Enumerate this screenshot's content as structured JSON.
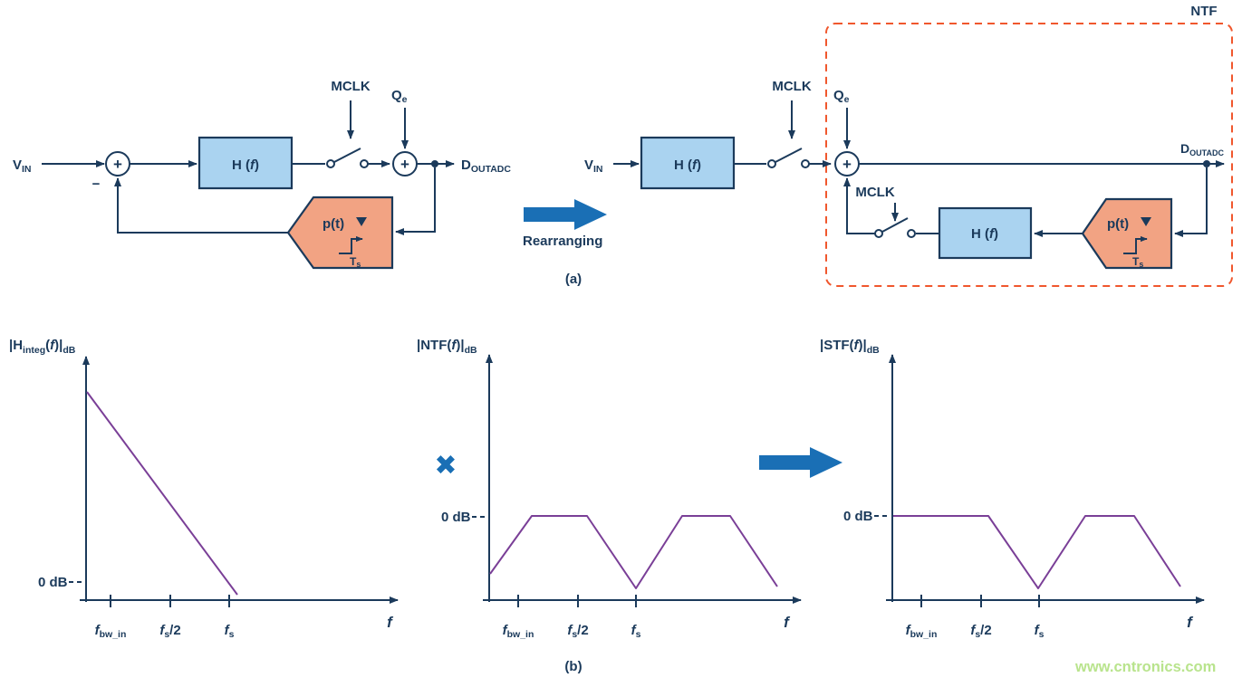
{
  "colors": {
    "line_navy": "#1b3a5b",
    "block_blue_fill": "#aad3f0",
    "pt_orange_fill": "#f2a383",
    "arrow_blue": "#1a6fb5",
    "plot_purple": "#7a3f97",
    "ntf_dashed_red": "#f0572d",
    "watermark_green": "#b9e48d"
  },
  "labels": {
    "vin": "V",
    "vin_sub": "IN",
    "mclk": "MCLK",
    "qe": "Q",
    "qe_sub": "e",
    "dout": "D",
    "dout_sub": "OUTADC",
    "minus": "−",
    "plus": "+",
    "ntf": "NTF",
    "rearranging": "Rearranging",
    "caption_a": "(a)",
    "caption_b": "(b)",
    "multiply": "✖",
    "watermark": "www.cntronics.com"
  },
  "blocks": {
    "hf1": "H (",
    "hf_f": "f",
    "hf2": ")",
    "pt": "p(t)",
    "ts": "T",
    "ts_sub": "s"
  },
  "plots": {
    "zero_db": "0 dB",
    "xlabel": "f",
    "ticks": {
      "t1f": "f",
      "t1sub": "bw_in",
      "t2f": "f",
      "t2sub": "s",
      "t2post": "/2",
      "t3f": "f",
      "t3sub": "s"
    },
    "p1": {
      "a": "|H",
      "sub": "integ",
      "b": "(",
      "f": "f",
      "c": ")|",
      "db": "dB"
    },
    "p2": {
      "a": "|NTF",
      "b": "(",
      "f": "f",
      "c": ")|",
      "db": "dB"
    },
    "p3": {
      "a": "|STF",
      "b": "(",
      "f": "f",
      "c": ")|",
      "db": "dB"
    }
  },
  "chart_data": [
    {
      "type": "line",
      "title": "|Hinteg(f)|dB",
      "xlabel": "f",
      "xticks": [
        "f_bw_in",
        "f_s/2",
        "f_s"
      ],
      "y_reference": "0 dB",
      "series": [
        {
          "name": "integrator magnitude",
          "points_x_in_fs_y_norm": [
            [
              0,
              1.0
            ],
            [
              1.05,
              0.0
            ]
          ],
          "description": "straight line falling from maximum gain at DC to about 0 dB at f_s"
        }
      ]
    },
    {
      "type": "line",
      "title": "|NTF(f)|dB",
      "xlabel": "f",
      "xticks": [
        "f_bw_in",
        "f_s/2",
        "f_s"
      ],
      "y_reference": "0 dB",
      "series": [
        {
          "name": "noise transfer function",
          "points_x_in_fs_y_norm": [
            [
              0,
              0.15
            ],
            [
              0.3,
              1.0
            ],
            [
              0.7,
              1.0
            ],
            [
              1.0,
              0.05
            ],
            [
              1.3,
              1.0
            ],
            [
              1.65,
              1.0
            ],
            [
              2.0,
              0.07
            ]
          ],
          "description": "rises from minimum at DC to 0 dB plateau, notch at f_s, repeats periodically"
        }
      ]
    },
    {
      "type": "line",
      "title": "|STF(f)|dB",
      "xlabel": "f",
      "xticks": [
        "f_bw_in",
        "f_s/2",
        "f_s"
      ],
      "y_reference": "0 dB",
      "series": [
        {
          "name": "signal transfer function",
          "points_x_in_fs_y_norm": [
            [
              0,
              1.0
            ],
            [
              0.65,
              1.0
            ],
            [
              1.0,
              0.05
            ],
            [
              1.32,
              1.0
            ],
            [
              1.66,
              1.0
            ],
            [
              2.0,
              0.09
            ]
          ],
          "description": "flat at 0 dB across the band, notch at f_s, repeats periodically"
        }
      ]
    }
  ]
}
